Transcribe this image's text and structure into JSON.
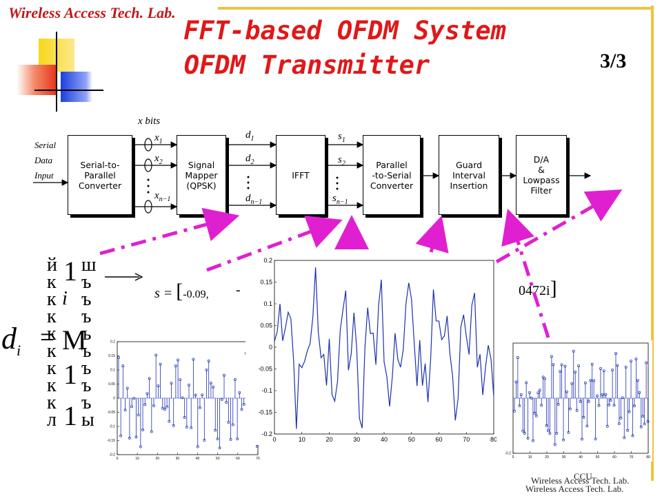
{
  "header": {
    "org": "Wireless Access Tech. Lab.",
    "title_line1": "FFT-based OFDM System",
    "title_line2": "OFDM Transmitter",
    "page": "3/3"
  },
  "diagram": {
    "input_label": "Serial\nData\nInput",
    "blocks": [
      "Serial-to-\nParallel\nConverter",
      "Signal\nMapper\n(QPSK)",
      "IFFT",
      "Parallel\n-to-Serial\nConverter",
      "Guard\nInterval\nInsertion",
      "D/A\n&\nLowpass\nFilter"
    ],
    "bits_label": "x bits",
    "x_labels": [
      "x",
      "x",
      "x"
    ],
    "x_subs": [
      "1",
      "2",
      "n−1"
    ],
    "d_labels": [
      "d",
      "d",
      "d"
    ],
    "d_subs": [
      "1",
      "2",
      "n−1"
    ],
    "s_labels": [
      "s",
      "s",
      "s"
    ],
    "s_subs": [
      "1",
      "2",
      "n−1"
    ]
  },
  "equations": {
    "di_lhs": "d",
    "di_sub": "i",
    "di_eq": "=",
    "matrix_glyphs": [
      "й",
      "к",
      "к",
      "к",
      "к",
      "к",
      "к",
      "к",
      "к",
      "л"
    ],
    "matrix_right_glyphs": [
      "ш",
      "ъ",
      "ъ",
      "ъ",
      "ъ",
      "ъ",
      "ъ",
      "ъ",
      "ъ",
      "ы"
    ],
    "matrix_mid": [
      "1",
      "i",
      "M",
      "1",
      "1"
    ],
    "s_eq_prefix": "s =",
    "s_eq_first": "-0.09,",
    "s_eq_dash": "-",
    "s_eq_last": "0472i",
    "bracket_open": "[",
    "bracket_close": "]"
  },
  "plots": {
    "left": {
      "xticks": [
        "0",
        "10",
        "20",
        "30",
        "40",
        "50",
        "60",
        "70"
      ],
      "yticks": [
        "0.2",
        "0.15",
        "0.1",
        "0.05",
        "0",
        "-0.05",
        "-0.1",
        "-0.15",
        "-0.2"
      ]
    },
    "center": {
      "xticks": [
        "0",
        "10",
        "20",
        "30",
        "40",
        "50",
        "60",
        "70",
        "80"
      ],
      "yticks": [
        "0.2",
        "0.15",
        "0.1",
        "0.05",
        "0",
        "-0.05",
        "-0.1",
        "-0.15",
        "-0.2"
      ]
    },
    "right": {
      "xticks": [
        "0",
        "10",
        "20",
        "30",
        "40",
        "50",
        "60",
        "70",
        "80"
      ],
      "yticks": [
        "-0.2"
      ]
    }
  },
  "footer": {
    "ccu": "CCU",
    "lab1": "Wireless Access Tech. Lab.",
    "lab2": "Wireless Access Tech. Lab."
  },
  "colors": {
    "title": "#e01818",
    "arrows": "#e020d0",
    "plot_line": "#1a2fb0",
    "deco_yellow": "#f7d81a",
    "deco_red": "#e8341a",
    "deco_blue": "#1a3fe0"
  }
}
